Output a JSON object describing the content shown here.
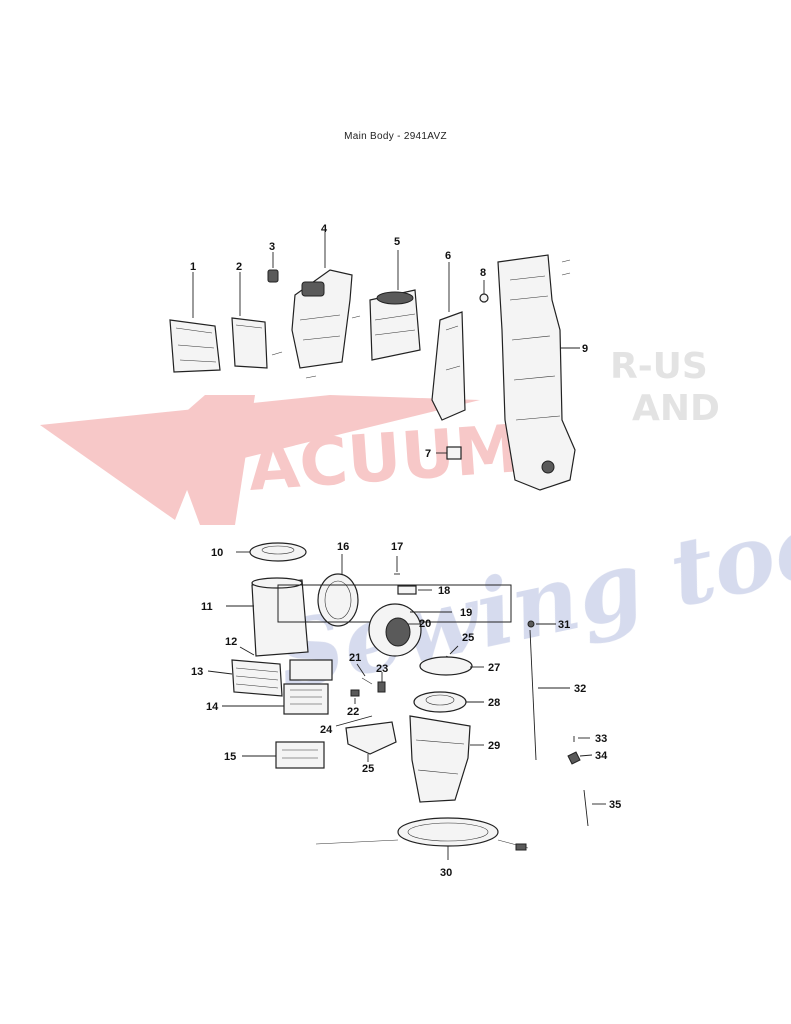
{
  "title": "Main Body - 2941AVZ",
  "parts": [
    "1",
    "2",
    "3",
    "4",
    "5",
    "6",
    "7",
    "8",
    "9",
    "10",
    "11",
    "12",
    "13",
    "14",
    "15",
    "16",
    "17",
    "18",
    "19",
    "20",
    "21",
    "22",
    "23",
    "24",
    "25",
    "25",
    "27",
    "28",
    "29",
    "30",
    "31",
    "32",
    "33",
    "34",
    "35"
  ],
  "watermark": {
    "word1": "ACUUMS",
    "word2": "R-US",
    "word3": "AND",
    "word4": "Sewing too",
    "color_red": "#e23b3b",
    "color_gray": "#9a9a9a",
    "color_blue": "#6e7fc0"
  }
}
